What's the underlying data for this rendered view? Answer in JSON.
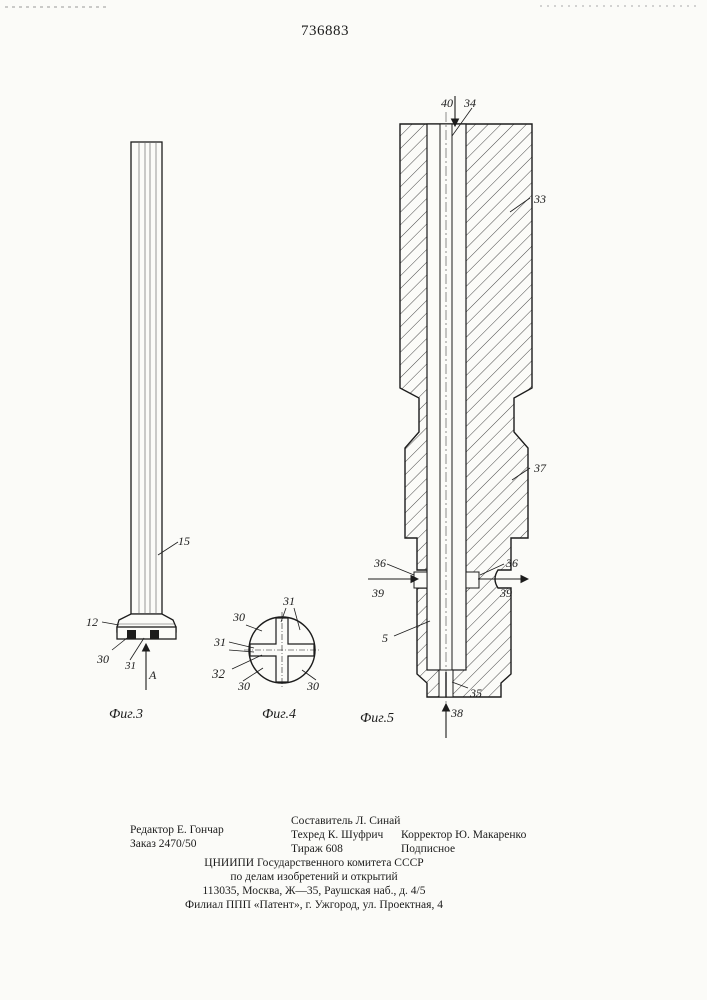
{
  "header": {
    "patent_number": "736883"
  },
  "figures": {
    "fig3": {
      "caption": "Фиг.3",
      "labels": {
        "l15": "15",
        "l12": "12",
        "l30": "30",
        "l31": "31",
        "lA": "A"
      }
    },
    "fig4": {
      "caption": "Фиг.4",
      "labels": {
        "l31a": "31",
        "l30a": "30",
        "l31b": "31",
        "l32": "32",
        "l30b": "30",
        "l30c": "30"
      }
    },
    "fig5": {
      "caption": "Фиг.5",
      "labels": {
        "l40": "40",
        "l34": "34",
        "l33": "33",
        "l37": "37",
        "l36a": "36",
        "l36b": "36",
        "l39a": "39",
        "l39b": "39",
        "l5": "5",
        "l35": "35",
        "l38": "38"
      }
    }
  },
  "imprint": {
    "left": {
      "editor": "Редактор Е. Гончар",
      "order": "Заказ 2470/50"
    },
    "center": {
      "compiler": "Составитель Л. Синай",
      "techred": "Техред К. Шуфрич",
      "circulation": "Тираж 608"
    },
    "right": {
      "corrector": "Корректор Ю. Макаренко",
      "subscription": "Подписное"
    },
    "publisher": {
      "line1": "ЦНИИПИ Государственного комитета СССР",
      "line2": "по делам изобретений и открытий",
      "line3": "113035, Москва, Ж—35, Раушская наб., д. 4/5",
      "line4": "Филиал ППП «Патент», г. Ужгород, ул. Проектная, 4"
    }
  }
}
